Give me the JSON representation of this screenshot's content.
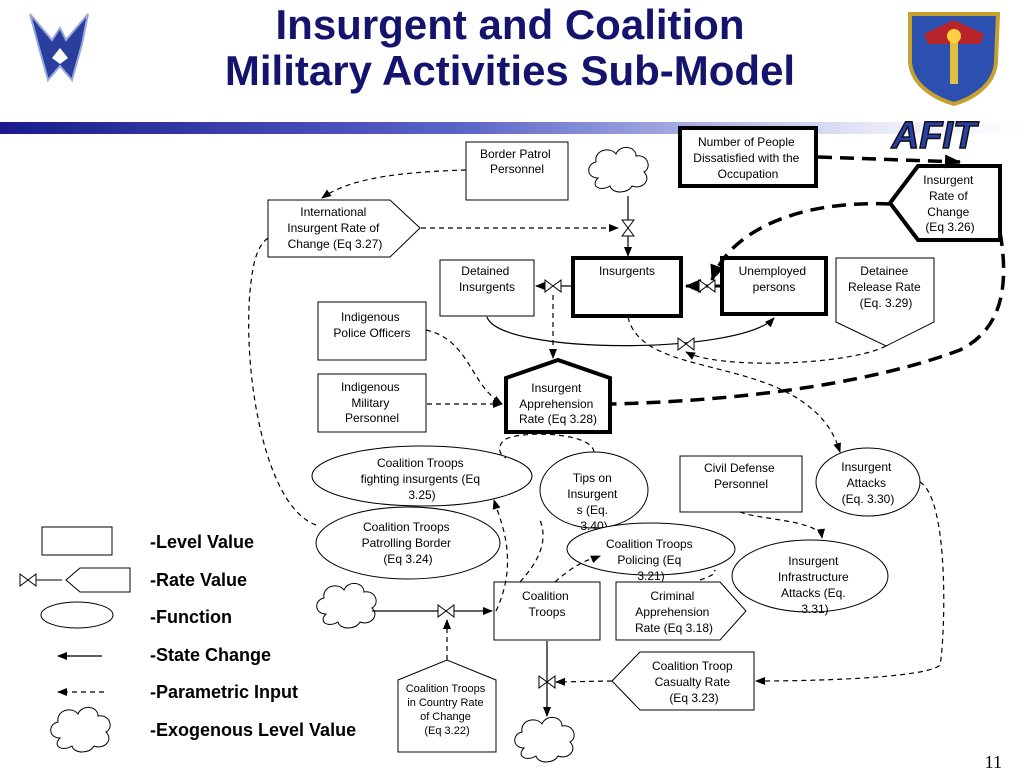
{
  "title_line1": "Insurgent and Coalition",
  "title_line2": "Military Activities Sub-Model",
  "afit_mark": "AFIT",
  "page_number": "11",
  "colors": {
    "title": "#14146e",
    "bar_dark": "#1a1a8c",
    "afit_blue": "#2b3fa8"
  },
  "nodes": {
    "border_patrol": [
      "Border Patrol",
      "Personnel"
    ],
    "dissatisfied": [
      "Number of People",
      "Dissatisfied with the",
      "Occupation"
    ],
    "insurgent_rate": [
      "Insurgent",
      "Rate of",
      "Change",
      "(Eq 3.26)"
    ],
    "intl_rate": [
      "International",
      "Insurgent Rate of",
      "Change (Eq 3.27)"
    ],
    "detained": [
      "Detained",
      "Insurgents"
    ],
    "insurgents": [
      "Insurgents"
    ],
    "unemployed": [
      "Unemployed",
      "persons"
    ],
    "detainee_release": [
      "Detainee",
      "Release Rate",
      "(Eq. 3.29)"
    ],
    "police": [
      "Indigenous",
      "Police Officers"
    ],
    "military": [
      "Indigenous",
      "Military",
      "Personnel"
    ],
    "apprehension": [
      "Insurgent",
      "Apprehension",
      "Rate (Eq 3.28)"
    ],
    "fighting": [
      "Coalition Troops",
      "fighting insurgents (Eq",
      "3.25)"
    ],
    "tips": [
      "Tips on",
      "Insurgent",
      "s (Eq.",
      "3.40)"
    ],
    "civil_defense": [
      "Civil Defense",
      "Personnel"
    ],
    "attacks": [
      "Insurgent",
      "Attacks",
      "(Eq. 3.30)"
    ],
    "patrolling": [
      "Coalition Troops",
      "Patrolling Border",
      "(Eq 3.24)"
    ],
    "policing": [
      "Coalition Troops",
      "Policing (Eq",
      "3.21)"
    ],
    "infrastructure": [
      "Insurgent",
      "Infrastructure",
      "Attacks (Eq.",
      "3.31)"
    ],
    "coalition_troops": [
      "Coalition",
      "Troops"
    ],
    "criminal": [
      "Criminal",
      "Apprehension",
      "Rate (Eq 3.18)"
    ],
    "casualty": [
      "Coalition Troop",
      "Casualty Rate",
      "(Eq 3.23)"
    ],
    "in_country": [
      "Coalition Troops",
      "in Country Rate",
      "of Change",
      "(Eq 3.22)"
    ]
  },
  "legend": {
    "level": "Level Value",
    "rate": "Rate Value",
    "function": "Function",
    "state": "State Change",
    "parametric": "Parametric Input",
    "exogenous": "Exogenous Level Value",
    "dash": "-"
  }
}
